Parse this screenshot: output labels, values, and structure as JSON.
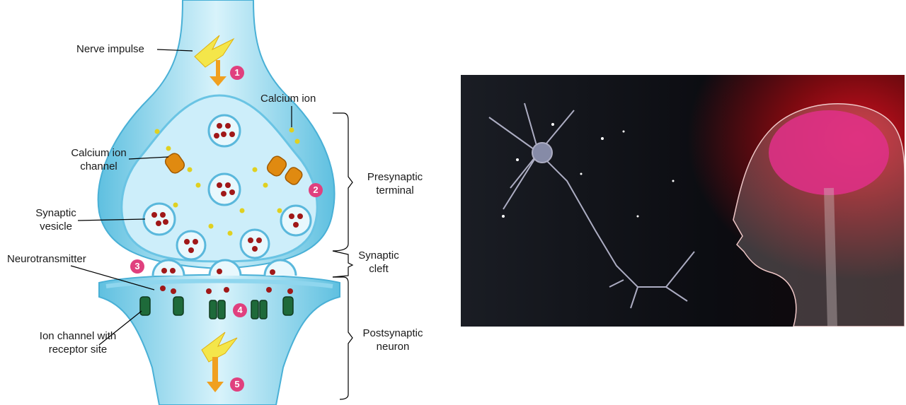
{
  "diagram": {
    "labels": {
      "nerve_impulse": "Nerve impulse",
      "calcium_ion": "Calcium ion",
      "calcium_ion_channel": "Calcium ion channel",
      "presynaptic_terminal": "Presynaptic terminal",
      "synaptic_vesicle": "Synaptic vesicle",
      "synaptic_cleft": "Synaptic cleft",
      "neurotransmitter": "Neurotransmitter",
      "ion_channel": "Ion channel with receptor site",
      "postsynaptic_neuron": "Postsynaptic neuron"
    },
    "steps": [
      "1",
      "2",
      "3",
      "4",
      "5"
    ],
    "colors": {
      "membrane": "#7ccfe8",
      "cytoplasm": "#bfe9f6",
      "marker": "#e0407e",
      "neurotransmitter": "#a01818",
      "calcium": "#e0d020"
    }
  }
}
